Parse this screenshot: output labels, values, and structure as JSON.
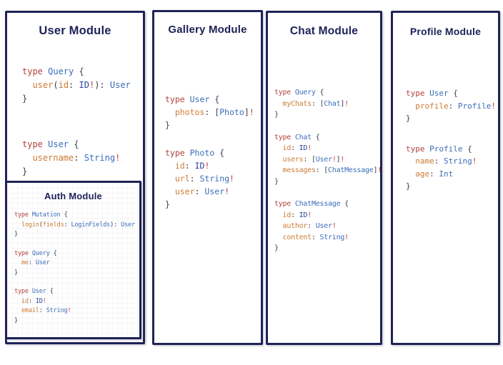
{
  "colors": {
    "border_navy": "#1f2357",
    "title_navy": "#1d2157",
    "keyword_red": "#b0423c",
    "type_blue": "#3a6db8",
    "field_orange": "#cd7b34",
    "scalar_navy": "#2a449e",
    "bang_red": "#c13b34",
    "punct_dark": "#3a4150"
  },
  "panels": [
    {
      "id": "user",
      "title": "User Module",
      "blocks": [
        [
          [
            {
              "c": "kw",
              "t": "type "
            },
            {
              "c": "ty",
              "t": "Query "
            },
            {
              "c": "pn",
              "t": "{"
            }
          ],
          [
            {
              "c": "pn",
              "t": "  "
            },
            {
              "c": "fl",
              "t": "user"
            },
            {
              "c": "pn",
              "t": "("
            },
            {
              "c": "fl",
              "t": "id"
            },
            {
              "c": "pn",
              "t": ": "
            },
            {
              "c": "id",
              "t": "ID"
            },
            {
              "c": "bg",
              "t": "!"
            },
            {
              "c": "pn",
              "t": "): "
            },
            {
              "c": "ty",
              "t": "User"
            }
          ],
          [
            {
              "c": "pn",
              "t": "}"
            }
          ]
        ],
        [
          [
            {
              "c": "kw",
              "t": "type "
            },
            {
              "c": "ty",
              "t": "User "
            },
            {
              "c": "pn",
              "t": "{"
            }
          ],
          [
            {
              "c": "pn",
              "t": "  "
            },
            {
              "c": "fl",
              "t": "username"
            },
            {
              "c": "pn",
              "t": ": "
            },
            {
              "c": "ty",
              "t": "String"
            },
            {
              "c": "bg",
              "t": "!"
            }
          ],
          [
            {
              "c": "pn",
              "t": "}"
            }
          ]
        ]
      ]
    },
    {
      "id": "auth",
      "title": "Auth Module",
      "blocks": [
        [
          [
            {
              "c": "kw",
              "t": "type "
            },
            {
              "c": "ty",
              "t": "Mutation "
            },
            {
              "c": "pn",
              "t": "{"
            }
          ],
          [
            {
              "c": "pn",
              "t": "  "
            },
            {
              "c": "fl",
              "t": "login"
            },
            {
              "c": "pn",
              "t": "("
            },
            {
              "c": "fl",
              "t": "fields"
            },
            {
              "c": "pn",
              "t": ": "
            },
            {
              "c": "ty",
              "t": "LoginFields"
            },
            {
              "c": "pn",
              "t": "): "
            },
            {
              "c": "ty",
              "t": "User"
            }
          ],
          [
            {
              "c": "pn",
              "t": "}"
            }
          ]
        ],
        [
          [
            {
              "c": "kw",
              "t": "type "
            },
            {
              "c": "ty",
              "t": "Query "
            },
            {
              "c": "pn",
              "t": "{"
            }
          ],
          [
            {
              "c": "pn",
              "t": "  "
            },
            {
              "c": "fl",
              "t": "me"
            },
            {
              "c": "pn",
              "t": ": "
            },
            {
              "c": "ty",
              "t": "User"
            }
          ],
          [
            {
              "c": "pn",
              "t": "}"
            }
          ]
        ],
        [
          [
            {
              "c": "kw",
              "t": "type "
            },
            {
              "c": "ty",
              "t": "User "
            },
            {
              "c": "pn",
              "t": "{"
            }
          ],
          [
            {
              "c": "pn",
              "t": "  "
            },
            {
              "c": "fl",
              "t": "id"
            },
            {
              "c": "pn",
              "t": ": "
            },
            {
              "c": "id",
              "t": "ID"
            },
            {
              "c": "bg",
              "t": "!"
            }
          ],
          [
            {
              "c": "pn",
              "t": "  "
            },
            {
              "c": "fl",
              "t": "email"
            },
            {
              "c": "pn",
              "t": ": "
            },
            {
              "c": "ty",
              "t": "String"
            },
            {
              "c": "bg",
              "t": "!"
            }
          ],
          [
            {
              "c": "pn",
              "t": "}"
            }
          ]
        ]
      ]
    },
    {
      "id": "gallery",
      "title": "Gallery Module",
      "blocks": [
        [
          [
            {
              "c": "kw",
              "t": "type "
            },
            {
              "c": "ty",
              "t": "User "
            },
            {
              "c": "pn",
              "t": "{"
            }
          ],
          [
            {
              "c": "pn",
              "t": "  "
            },
            {
              "c": "fl",
              "t": "photos"
            },
            {
              "c": "pn",
              "t": ": ["
            },
            {
              "c": "ty",
              "t": "Photo"
            },
            {
              "c": "pn",
              "t": "]"
            },
            {
              "c": "bg",
              "t": "!"
            }
          ],
          [
            {
              "c": "pn",
              "t": "}"
            }
          ]
        ],
        [
          [
            {
              "c": "kw",
              "t": "type "
            },
            {
              "c": "ty",
              "t": "Photo "
            },
            {
              "c": "pn",
              "t": "{"
            }
          ],
          [
            {
              "c": "pn",
              "t": "  "
            },
            {
              "c": "fl",
              "t": "id"
            },
            {
              "c": "pn",
              "t": ": "
            },
            {
              "c": "id",
              "t": "ID"
            },
            {
              "c": "bg",
              "t": "!"
            }
          ],
          [
            {
              "c": "pn",
              "t": "  "
            },
            {
              "c": "fl",
              "t": "url"
            },
            {
              "c": "pn",
              "t": ": "
            },
            {
              "c": "ty",
              "t": "String"
            },
            {
              "c": "bg",
              "t": "!"
            }
          ],
          [
            {
              "c": "pn",
              "t": "  "
            },
            {
              "c": "fl",
              "t": "user"
            },
            {
              "c": "pn",
              "t": ": "
            },
            {
              "c": "ty",
              "t": "User"
            },
            {
              "c": "bg",
              "t": "!"
            }
          ],
          [
            {
              "c": "pn",
              "t": "}"
            }
          ]
        ]
      ]
    },
    {
      "id": "chat",
      "title": "Chat Module",
      "blocks": [
        [
          [
            {
              "c": "kw",
              "t": "type "
            },
            {
              "c": "ty",
              "t": "Query "
            },
            {
              "c": "pn",
              "t": "{"
            }
          ],
          [
            {
              "c": "pn",
              "t": "  "
            },
            {
              "c": "fl",
              "t": "myChats"
            },
            {
              "c": "pn",
              "t": ": ["
            },
            {
              "c": "ty",
              "t": "Chat"
            },
            {
              "c": "pn",
              "t": "]"
            },
            {
              "c": "bg",
              "t": "!"
            }
          ],
          [
            {
              "c": "pn",
              "t": "}"
            }
          ]
        ],
        [
          [
            {
              "c": "kw",
              "t": "type "
            },
            {
              "c": "ty",
              "t": "Chat "
            },
            {
              "c": "pn",
              "t": "{"
            }
          ],
          [
            {
              "c": "pn",
              "t": "  "
            },
            {
              "c": "fl",
              "t": "id"
            },
            {
              "c": "pn",
              "t": ": "
            },
            {
              "c": "id",
              "t": "ID"
            },
            {
              "c": "bg",
              "t": "!"
            }
          ],
          [
            {
              "c": "pn",
              "t": "  "
            },
            {
              "c": "fl",
              "t": "users"
            },
            {
              "c": "pn",
              "t": ": ["
            },
            {
              "c": "ty",
              "t": "User"
            },
            {
              "c": "bg",
              "t": "!"
            },
            {
              "c": "pn",
              "t": "]"
            },
            {
              "c": "bg",
              "t": "!"
            }
          ],
          [
            {
              "c": "pn",
              "t": "  "
            },
            {
              "c": "fl",
              "t": "messages"
            },
            {
              "c": "pn",
              "t": ": ["
            },
            {
              "c": "ty",
              "t": "ChatMessage"
            },
            {
              "c": "pn",
              "t": "]"
            },
            {
              "c": "bg",
              "t": "!"
            }
          ],
          [
            {
              "c": "pn",
              "t": "}"
            }
          ]
        ],
        [
          [
            {
              "c": "kw",
              "t": "type "
            },
            {
              "c": "ty",
              "t": "ChatMessage "
            },
            {
              "c": "pn",
              "t": "{"
            }
          ],
          [
            {
              "c": "pn",
              "t": "  "
            },
            {
              "c": "fl",
              "t": "id"
            },
            {
              "c": "pn",
              "t": ": "
            },
            {
              "c": "id",
              "t": "ID"
            },
            {
              "c": "bg",
              "t": "!"
            }
          ],
          [
            {
              "c": "pn",
              "t": "  "
            },
            {
              "c": "fl",
              "t": "author"
            },
            {
              "c": "pn",
              "t": ": "
            },
            {
              "c": "ty",
              "t": "User"
            },
            {
              "c": "bg",
              "t": "!"
            }
          ],
          [
            {
              "c": "pn",
              "t": "  "
            },
            {
              "c": "fl",
              "t": "content"
            },
            {
              "c": "pn",
              "t": ": "
            },
            {
              "c": "ty",
              "t": "String"
            },
            {
              "c": "bg",
              "t": "!"
            }
          ],
          [
            {
              "c": "pn",
              "t": "}"
            }
          ]
        ]
      ]
    },
    {
      "id": "profile",
      "title": "Profile Module",
      "blocks": [
        [
          [
            {
              "c": "kw",
              "t": "type "
            },
            {
              "c": "ty",
              "t": "User "
            },
            {
              "c": "pn",
              "t": "{"
            }
          ],
          [
            {
              "c": "pn",
              "t": "  "
            },
            {
              "c": "fl",
              "t": "profile"
            },
            {
              "c": "pn",
              "t": ": "
            },
            {
              "c": "ty",
              "t": "Profile"
            },
            {
              "c": "bg",
              "t": "!"
            }
          ],
          [
            {
              "c": "pn",
              "t": "}"
            }
          ]
        ],
        [
          [
            {
              "c": "kw",
              "t": "type "
            },
            {
              "c": "ty",
              "t": "Profile "
            },
            {
              "c": "pn",
              "t": "{"
            }
          ],
          [
            {
              "c": "pn",
              "t": "  "
            },
            {
              "c": "fl",
              "t": "name"
            },
            {
              "c": "pn",
              "t": ": "
            },
            {
              "c": "ty",
              "t": "String"
            },
            {
              "c": "bg",
              "t": "!"
            }
          ],
          [
            {
              "c": "pn",
              "t": "  "
            },
            {
              "c": "fl",
              "t": "age"
            },
            {
              "c": "pn",
              "t": ": "
            },
            {
              "c": "ty",
              "t": "Int"
            }
          ],
          [
            {
              "c": "pn",
              "t": "}"
            }
          ]
        ]
      ]
    }
  ]
}
